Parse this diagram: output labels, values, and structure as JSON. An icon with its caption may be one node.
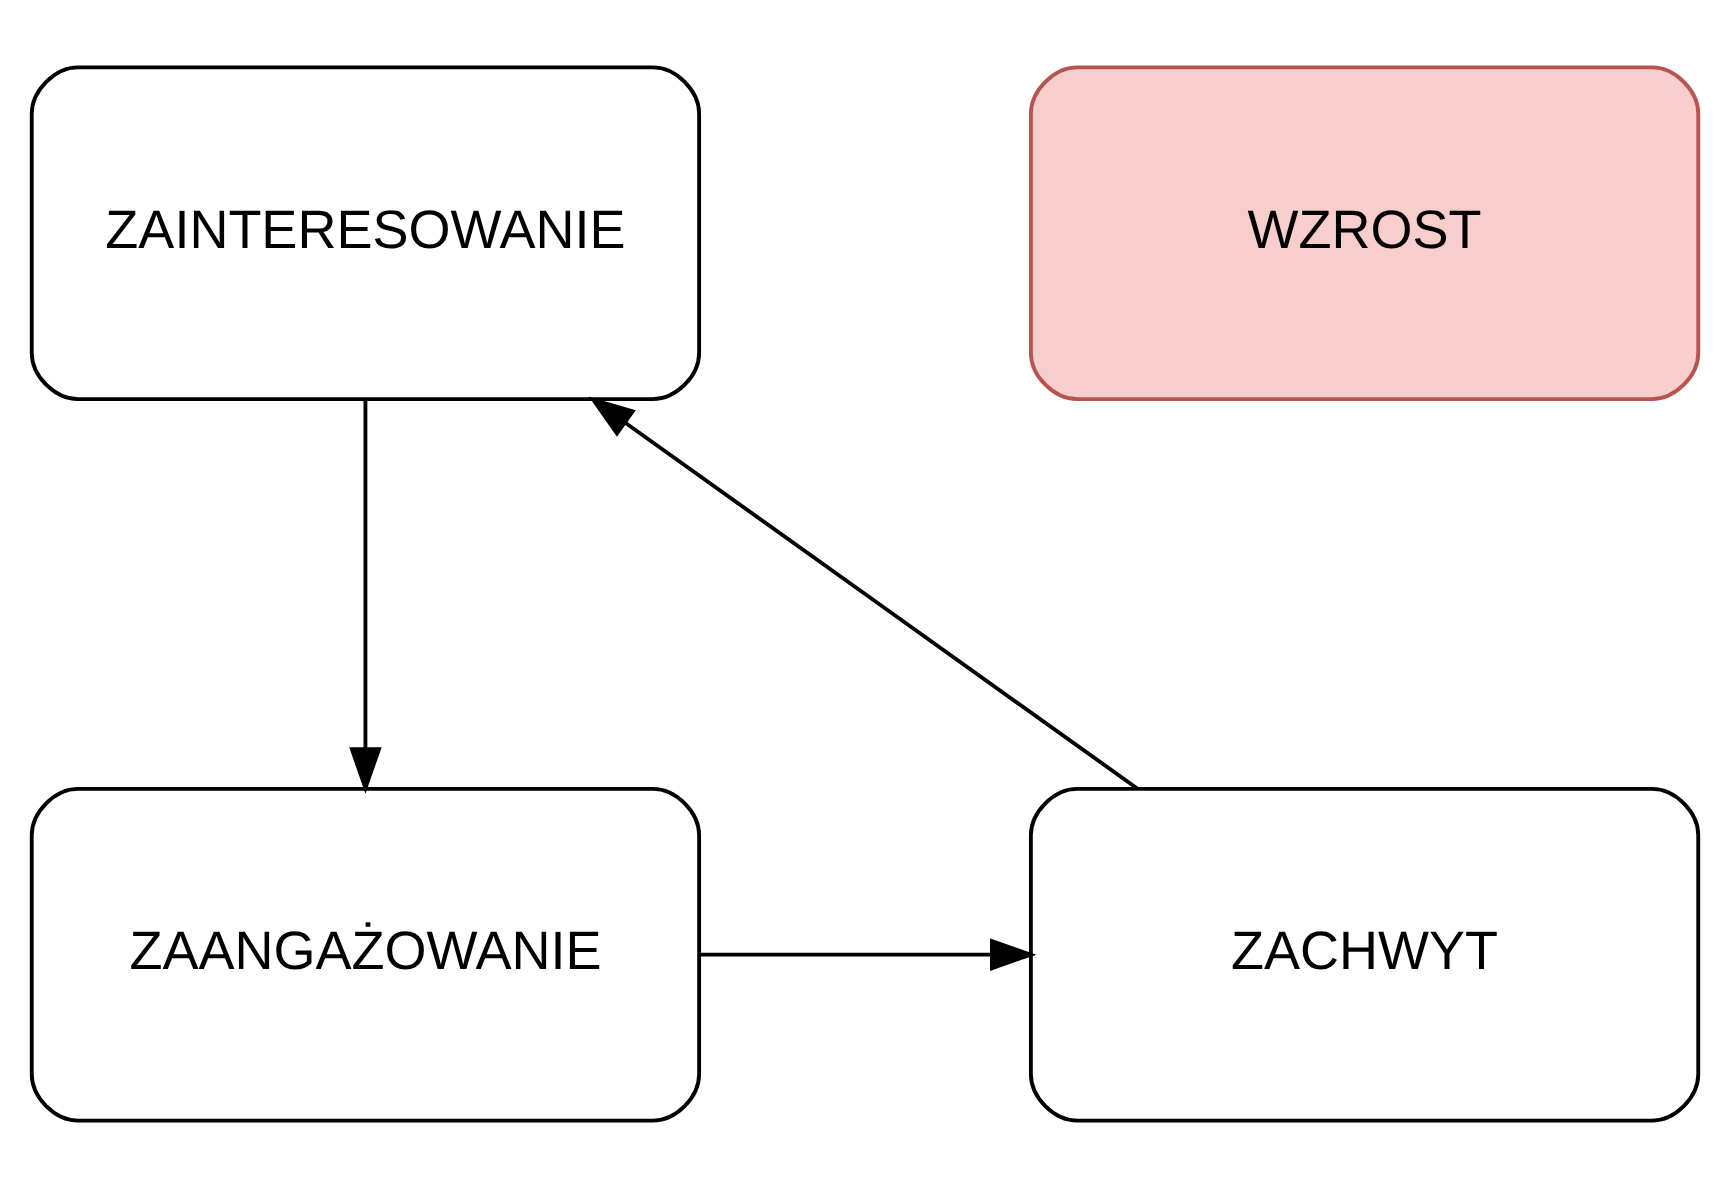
{
  "diagram": {
    "nodes": [
      {
        "text": [
          "ZAINTERESOWANIE"
        ]
      },
      {
        "text": [
          "WZROST"
        ]
      },
      {
        "text": [
          "ZACHWYT"
        ]
      },
      {
        "text": [
          "ZAANGAŻOWANIE"
        ]
      }
    ],
    "edges": [
      {
        "from": 0,
        "to": 3,
        "arrow": "to"
      },
      {
        "from": 3,
        "to": 2,
        "arrow": "to"
      },
      {
        "from": 2,
        "to": 0,
        "arrow": "to"
      }
    ]
  }
}
